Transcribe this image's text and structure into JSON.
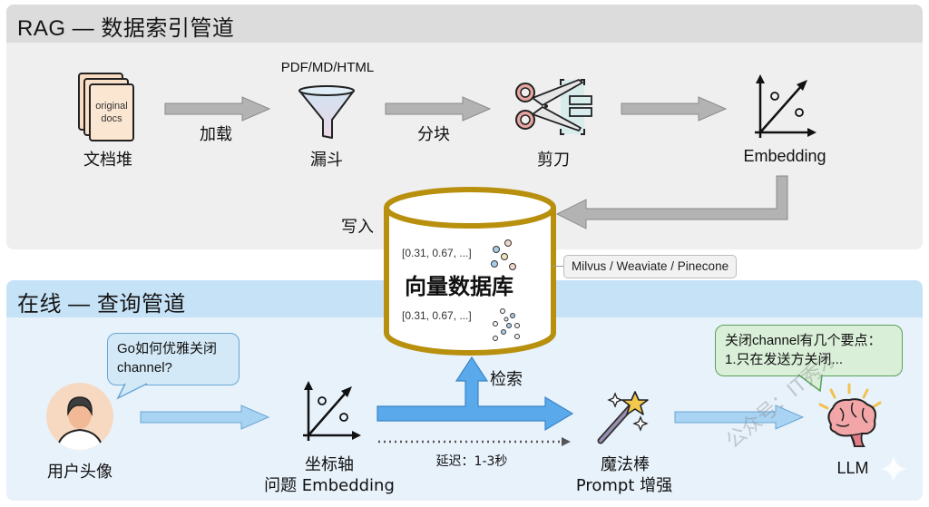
{
  "indexing_pipeline": {
    "title": "RAG — 数据索引管道",
    "nodes": [
      {
        "label": "文档堆",
        "icon": "document-stack-icon",
        "icon_text": "original docs"
      },
      {
        "label": "漏斗",
        "icon": "funnel-icon",
        "caption": "PDF/MD/HTML"
      },
      {
        "label": "剪刀",
        "icon": "scissors-icon"
      },
      {
        "label": "Embedding",
        "icon": "vector-axis-icon"
      }
    ],
    "edges": [
      "加载",
      "分块",
      "",
      "写入"
    ]
  },
  "vector_db": {
    "title": "向量数据库",
    "vector_sample_1": "[0.31, 0.67, ...]",
    "vector_sample_2": "[0.31, 0.67, ...]",
    "providers": "Milvus / Weaviate / Pinecone",
    "rim_color": "#b8900e"
  },
  "query_pipeline": {
    "title": "在线 — 查询管道",
    "user": {
      "label": "用户头像",
      "question": "Go如何优雅关闭channel?"
    },
    "embedding": {
      "label_line1": "坐标轴",
      "label_line2": "问题 Embedding"
    },
    "retrieve_label": "检索",
    "latency_label": "延迟：1-3秒",
    "prompt": {
      "label_line1": "魔法棒",
      "label_line2": "Prompt 增强"
    },
    "llm": {
      "label": "LLM",
      "answer": "关闭channel有几个要点：1.只在发送方关闭..."
    },
    "arrow_color": "#5aa9ea"
  },
  "watermark": "公众号：IT秀才"
}
